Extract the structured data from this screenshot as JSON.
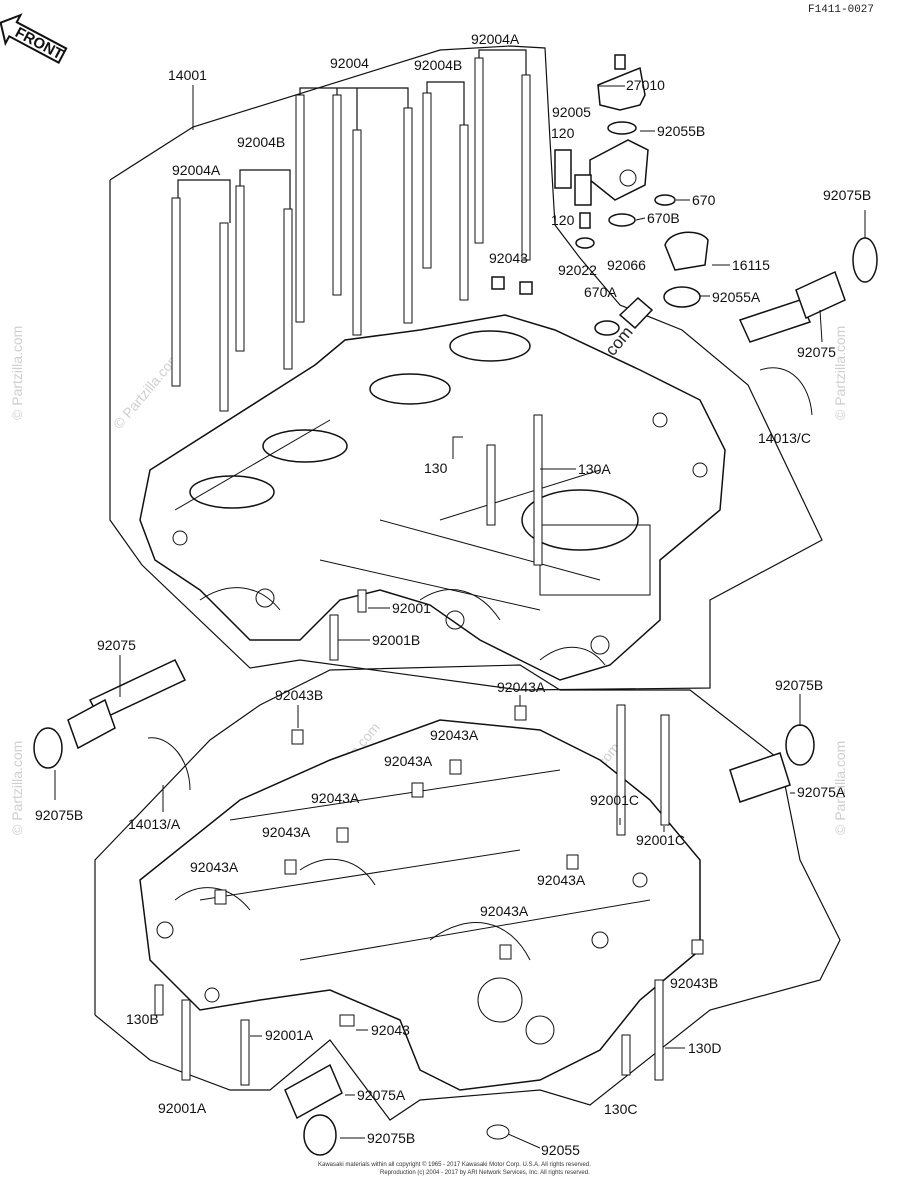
{
  "diagram": {
    "code": "F1411-0027",
    "front_label": "FRONT",
    "watermark": "© Partzilla.com",
    "footer": [
      "Kawasaki materials within all copyright © 1965 - 2017 Kawasaki Motor Corp. U.S.A. All rights reserved.",
      "Reproduction (c) 2004 - 2017 by ARI Network Services, Inc. All rights reserved."
    ],
    "labels": {
      "p14001": "14001",
      "p92004_top": "92004",
      "p92004B_top": "92004B",
      "p92004A_top": "92004A",
      "p92004B_left": "92004B",
      "p92004A_left": "92004A",
      "p27010": "27010",
      "p92005": "92005",
      "p92055B": "92055B",
      "p120a": "120",
      "p120b": "120",
      "p670": "670",
      "p670B": "670B",
      "p92075B_tr": "92075B",
      "p92043_top": "92043",
      "p92022": "92022",
      "p92066": "92066",
      "p16115": "16115",
      "p670A": "670A",
      "p92055A": "92055A",
      "p92075_r": "92075",
      "p14013C": "14013/C",
      "p130": "130",
      "p130A": "130A",
      "p92001": "92001",
      "p92001B": "92001B",
      "p92075_l": "92075",
      "p92043B_l": "92043B",
      "p92043A_1": "92043A",
      "p92075B_r": "92075B",
      "p92043A_2": "92043A",
      "p92043A_3": "92043A",
      "p92075B_l": "92075B",
      "p14013A": "14013/A",
      "p92043A_4": "92043A",
      "p92001C_1": "92001C",
      "p92075A_r": "92075A",
      "p92043A_5": "92043A",
      "p92001C_2": "92001C",
      "p92043A_6": "92043A",
      "p92043A_7": "92043A",
      "p92043A_8": "92043A",
      "p92043B_r": "92043B",
      "p130B": "130B",
      "p92001A_1": "92001A",
      "p92043_b": "92043",
      "p130D": "130D",
      "p92075A_b": "92075A",
      "p92001A_2": "92001A",
      "p130C": "130C",
      "p92075B_b": "92075B",
      "p92055": "92055"
    }
  }
}
